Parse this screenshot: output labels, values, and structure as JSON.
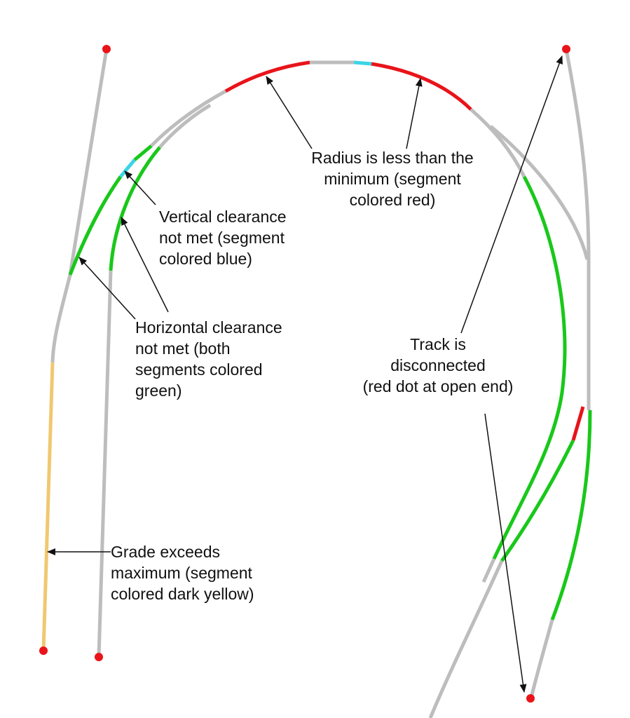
{
  "colors": {
    "track": "#bdbdbd",
    "red": "#e8141a",
    "blue": "#3cd4e6",
    "green": "#19c81a",
    "yellow": "#f0c870",
    "arrow": "#111111"
  },
  "annotations": {
    "radius": [
      "Radius is less than the",
      "minimum (segment",
      "colored red)"
    ],
    "vertical": [
      "Vertical clearance",
      "not met (segment",
      "colored blue)"
    ],
    "horizontal": [
      "Horizontal clearance",
      "not met (both",
      "segments colored",
      "green)"
    ],
    "disconnected": [
      "Track is",
      "disconnected",
      "(red dot at open end)"
    ],
    "grade": [
      "Grade exceeds",
      "maximum (segment",
      "colored dark yellow)"
    ]
  }
}
